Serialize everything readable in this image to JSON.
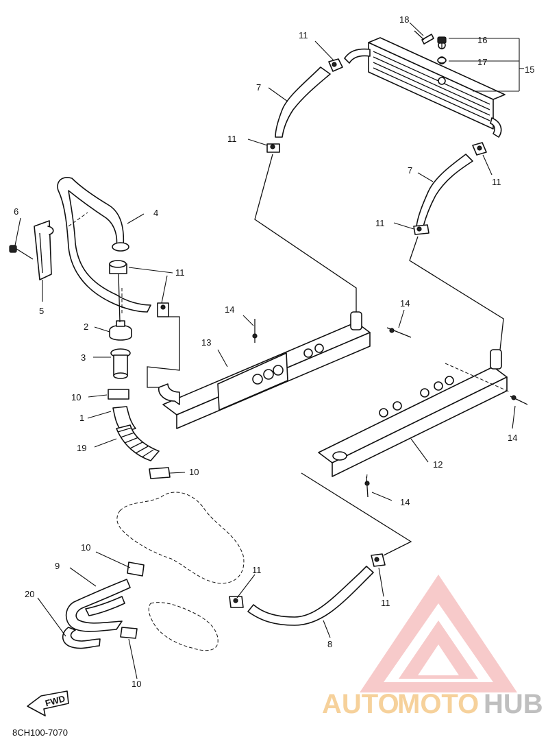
{
  "diagram_code": "8CH100-7070",
  "fwd_label": "FWD",
  "watermark": {
    "auto": "AUTO",
    "moto": "MOTO",
    "hub": "HUB",
    "color_auto": "#f5c98a",
    "color_moto": "#f5c98a",
    "color_hub": "#b5b5b5",
    "logo_color": "#f2a0a0"
  },
  "callouts": {
    "c1": "1",
    "c2": "2",
    "c3": "3",
    "c4": "4",
    "c5": "5",
    "c6": "6",
    "c7a": "7",
    "c7b": "7",
    "c8": "8",
    "c9": "9",
    "c10a": "10",
    "c10b": "10",
    "c10c": "10",
    "c10d": "10",
    "c11a": "11",
    "c11b": "11",
    "c11c": "11",
    "c11d": "11",
    "c11e": "11",
    "c11f": "11",
    "c11g": "11",
    "c12": "12",
    "c13": "13",
    "c14a": "14",
    "c14b": "14",
    "c14c": "14",
    "c14d": "14",
    "c15": "15",
    "c16": "16",
    "c17": "17",
    "c18": "18",
    "c19": "19",
    "c20": "20"
  }
}
